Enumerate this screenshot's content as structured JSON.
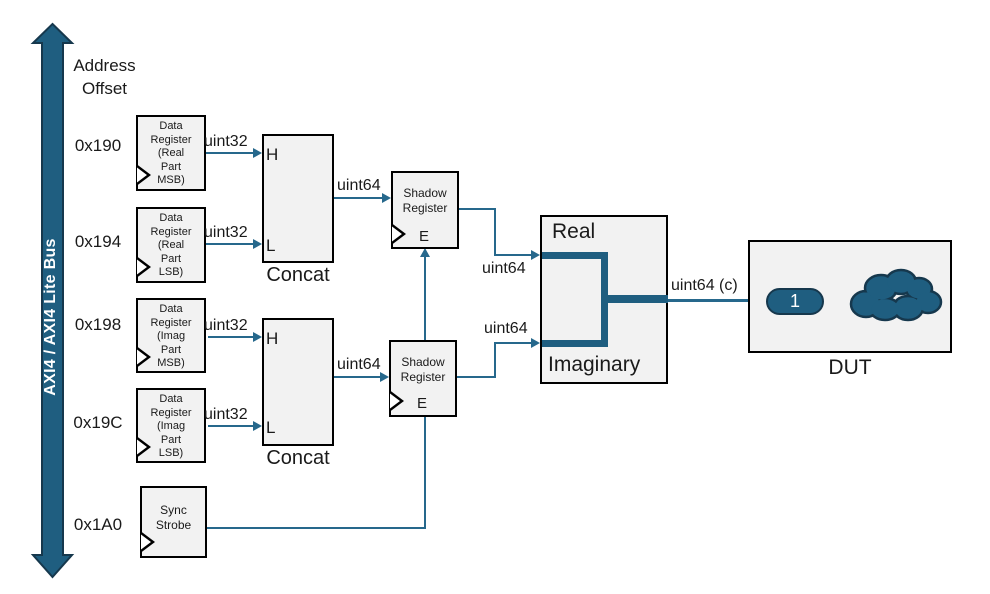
{
  "bus": {
    "label": "AXI4 / AXI4 Lite Bus"
  },
  "address_column": {
    "title": "Address\nOffset"
  },
  "registers": [
    {
      "offset": "0x190",
      "label": "Data\nRegister\n(Real\nPart\nMSB)"
    },
    {
      "offset": "0x194",
      "label": "Data\nRegister\n(Real\nPart\nLSB)"
    },
    {
      "offset": "0x198",
      "label": "Data\nRegister\n(Imag\nPart\nMSB)"
    },
    {
      "offset": "0x19C",
      "label": "Data\nRegister\n(Imag\nPart\nLSB)"
    },
    {
      "offset": "0x1A0",
      "label": "Sync\nStrobe"
    }
  ],
  "concat_blocks": [
    {
      "label": "Concat",
      "high_port": "H",
      "low_port": "L"
    },
    {
      "label": "Concat",
      "high_port": "H",
      "low_port": "L"
    }
  ],
  "shadow_registers": [
    {
      "label": "Shadow\nRegister",
      "enable_port": "E"
    },
    {
      "label": "Shadow\nRegister",
      "enable_port": "E"
    }
  ],
  "combiner": {
    "real_label": "Real",
    "imag_label": "Imaginary"
  },
  "dut": {
    "label": "DUT",
    "delay_value": "1"
  },
  "wire_labels": {
    "real_msb": "uint32",
    "real_lsb": "uint32",
    "imag_msb": "uint32",
    "imag_lsb": "uint32",
    "concat_real": "uint64",
    "concat_imag": "uint64",
    "shadow_real": "uint64",
    "shadow_imag": "uint64",
    "dut_input": "uint64 (c)"
  },
  "colors": {
    "teal_fill": "#1F5E80",
    "teal_line": "#26688C",
    "dark_outline": "#16384D",
    "block_fill": "#F2F2F2",
    "block_border": "#000000"
  }
}
